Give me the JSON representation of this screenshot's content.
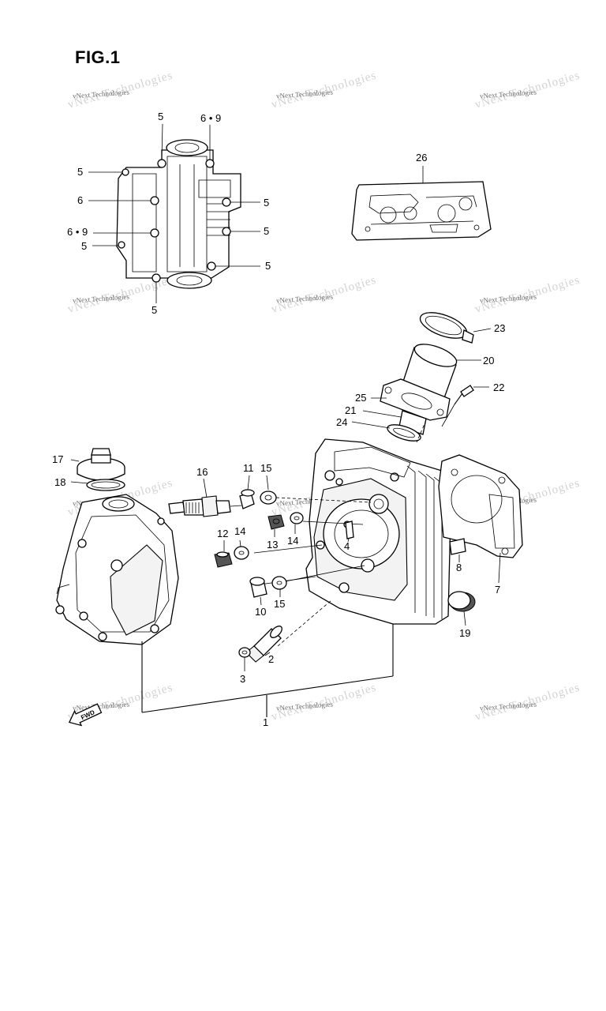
{
  "figure": {
    "title": "FIG.1"
  },
  "watermark": {
    "text": "vNext Technologies"
  },
  "fwd_badge": {
    "text": "FWD"
  },
  "callouts": [
    {
      "id": "c5a",
      "text": "5"
    },
    {
      "id": "c69a",
      "text": "6 • 9"
    },
    {
      "id": "c5b",
      "text": "5"
    },
    {
      "id": "c6",
      "text": "6"
    },
    {
      "id": "c5c",
      "text": "5"
    },
    {
      "id": "c69b",
      "text": "6 • 9"
    },
    {
      "id": "c5d",
      "text": "5"
    },
    {
      "id": "c5e",
      "text": "5"
    },
    {
      "id": "c5f",
      "text": "5"
    },
    {
      "id": "c5g",
      "text": "5"
    },
    {
      "id": "c26",
      "text": "26"
    },
    {
      "id": "c23",
      "text": "23"
    },
    {
      "id": "c20",
      "text": "20"
    },
    {
      "id": "c22",
      "text": "22"
    },
    {
      "id": "c25",
      "text": "25"
    },
    {
      "id": "c21",
      "text": "21"
    },
    {
      "id": "c24",
      "text": "24"
    },
    {
      "id": "c17",
      "text": "17"
    },
    {
      "id": "c18",
      "text": "18"
    },
    {
      "id": "c16",
      "text": "16"
    },
    {
      "id": "c11",
      "text": "11"
    },
    {
      "id": "c15a",
      "text": "15"
    },
    {
      "id": "c12",
      "text": "12"
    },
    {
      "id": "c14a",
      "text": "14"
    },
    {
      "id": "c13",
      "text": "13"
    },
    {
      "id": "c14b",
      "text": "14"
    },
    {
      "id": "c4",
      "text": "4"
    },
    {
      "id": "c10",
      "text": "10"
    },
    {
      "id": "c15b",
      "text": "15"
    },
    {
      "id": "c8",
      "text": "8"
    },
    {
      "id": "c7",
      "text": "7"
    },
    {
      "id": "c19",
      "text": "19"
    },
    {
      "id": "c2",
      "text": "2"
    },
    {
      "id": "c3",
      "text": "3"
    },
    {
      "id": "c1",
      "text": "1"
    }
  ]
}
